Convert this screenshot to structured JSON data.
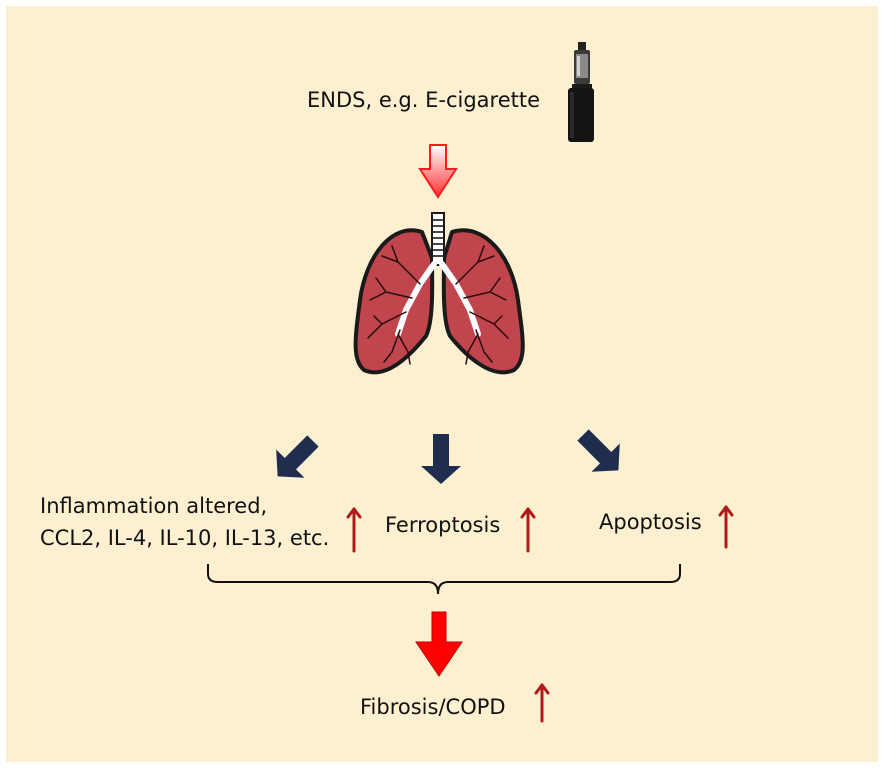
{
  "source": {
    "label": "ENDS, e.g. E-cigarette",
    "icon": "e-cigarette-icon"
  },
  "organ": {
    "icon": "lungs-icon"
  },
  "effects": [
    {
      "label_lines": [
        "Inflammation altered,",
        "CCL2, IL-4, IL-10, IL-13, etc."
      ],
      "trend": "up"
    },
    {
      "label": "Ferroptosis",
      "trend": "up"
    },
    {
      "label": "Apoptosis",
      "trend": "up"
    }
  ],
  "outcome": {
    "label": "Fibrosis/COPD",
    "trend": "up"
  },
  "colors": {
    "background": "#fdf0d0",
    "dark_arrow": "#1f2d4e",
    "red_arrow": "#ff0000",
    "trend_arrow": "#b01a1a",
    "lung_fill": "#c1454c",
    "lung_outline": "#1a1a1a"
  }
}
